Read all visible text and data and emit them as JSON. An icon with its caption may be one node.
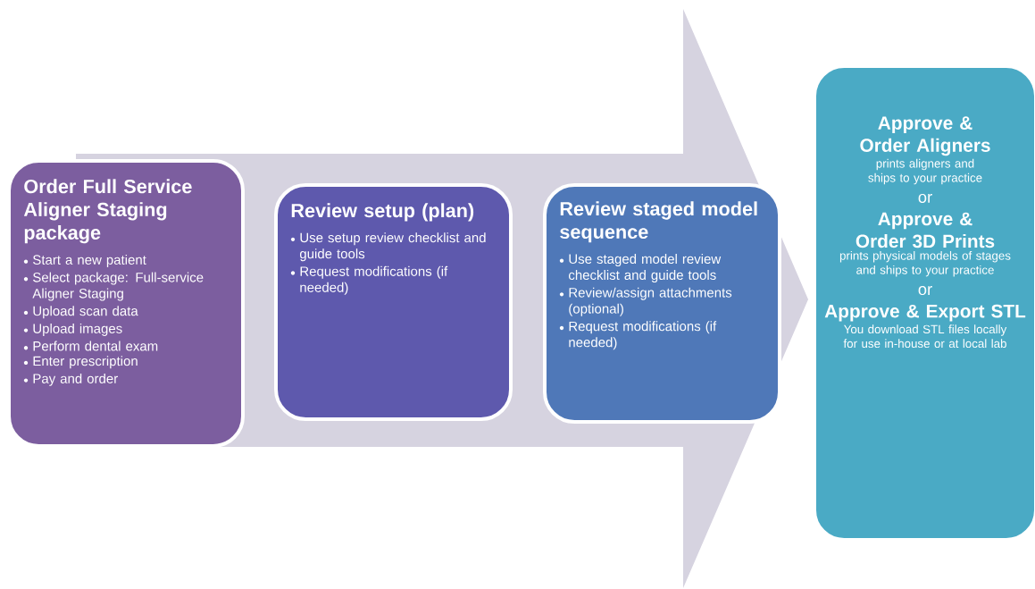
{
  "diagram": {
    "nodes": [
      {
        "text": [
          "Order Full Service Aligner Staging package",
          "Start a new patient",
          "Select package: Full-service Aligner Staging",
          "Upload scan data",
          "Upload images",
          "Perform dental exam",
          "Enter prescription",
          "Pay and order"
        ]
      },
      {
        "text": [
          "Review setup (plan)",
          "Use setup review checklist and guide tools",
          "Request modifications (if needed)"
        ]
      },
      {
        "text": [
          "Review staged model sequence",
          "Use staged model review checklist and guide tools",
          "Review/assign attachments (optional)",
          "Request modifications (if needed)"
        ]
      },
      {
        "text": [
          "Approve & Order Aligners",
          "prints aligners and ships to your practice",
          "or",
          "Approve & Order 3D Prints",
          "prints physical models of stages and ships to your practice",
          "or",
          "Approve & Export STL",
          "You download STL files locally for use in-house or at local lab"
        ]
      }
    ],
    "edges": [
      {
        "from": 0,
        "to": 3,
        "arrow": "to"
      }
    ]
  }
}
